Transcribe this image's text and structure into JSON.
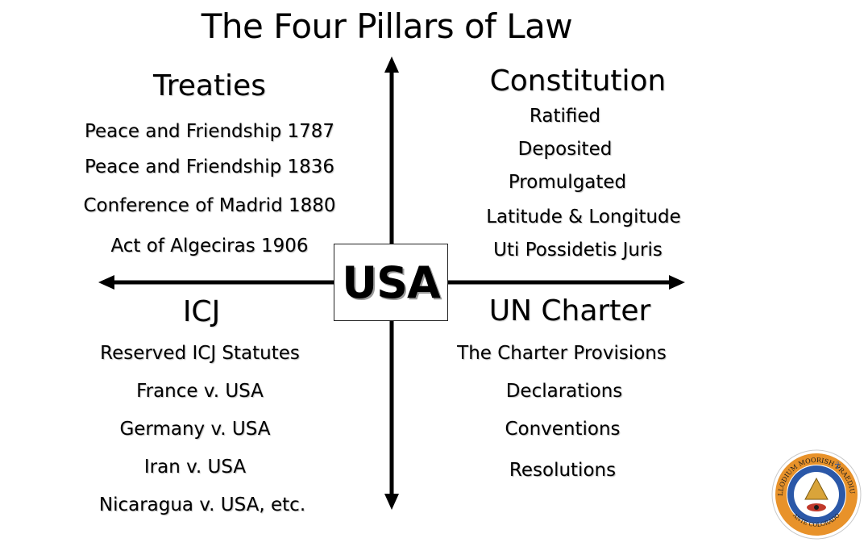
{
  "title": "The Four Pillars of Law",
  "center": {
    "label": "USA"
  },
  "quadrants": {
    "treaties": {
      "heading": "Treaties",
      "items": [
        "Peace and Friendship 1787",
        "Peace and Friendship 1836",
        "Conference of Madrid 1880",
        "Act of Algeciras 1906"
      ]
    },
    "constitution": {
      "heading": "Constitution",
      "items": [
        "Ratified",
        "Deposited",
        "Promulgated",
        "Latitude & Longitude",
        "Uti Possidetis Juris"
      ]
    },
    "icj": {
      "heading": "ICJ",
      "items": [
        "Reserved ICJ Statutes",
        "France v. USA",
        "Germany v. USA",
        "Iran v. USA",
        "Nicaragua v. USA, etc."
      ]
    },
    "un_charter": {
      "heading": "UN Charter",
      "items": [
        "The Charter Provisions",
        "Declarations",
        "Conventions",
        "Resolutions"
      ]
    }
  },
  "seal": {
    "ring_text_top": "ALLODIUM MOORISH PRAEDIUM",
    "ring_text_bottom": "ANTE COLORADO",
    "colors": {
      "ring": "#e8922a",
      "inner": "#2b58a8",
      "eye": "#c0392b"
    }
  }
}
